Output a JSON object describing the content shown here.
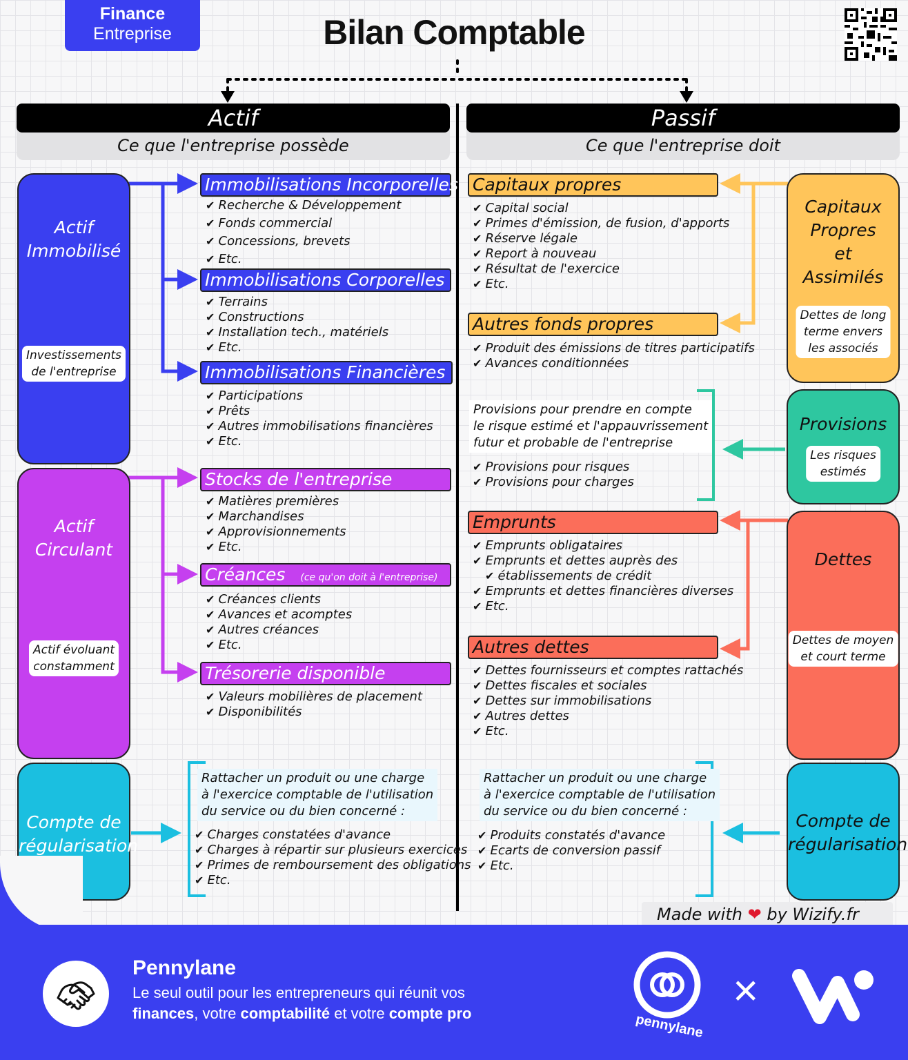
{
  "header": {
    "tag_line1": "Finance",
    "tag_line2": "Entreprise",
    "title": "Bilan Comptable"
  },
  "actif": {
    "title": "Actif",
    "subtitle": "Ce que l'entreprise possède",
    "immobilise": {
      "label_line1": "Actif",
      "label_line2": "Immobilisé",
      "pill_line1": "Investissements",
      "pill_line2": "de l'entreprise",
      "sections": [
        {
          "title": "Immobilisations Incorporelles",
          "items": [
            "Recherche & Développement",
            "Fonds commercial",
            "Concessions, brevets",
            "Etc."
          ]
        },
        {
          "title": "Immobilisations Corporelles",
          "items": [
            "Terrains",
            "Constructions",
            "Installation tech., matériels",
            "Etc."
          ]
        },
        {
          "title": "Immobilisations Financières",
          "items": [
            "Participations",
            "Prêts",
            "Autres immobilisations financières",
            "Etc."
          ]
        }
      ]
    },
    "circulant": {
      "label_line1": "Actif",
      "label_line2": "Circulant",
      "pill_line1": "Actif évoluant",
      "pill_line2": "constamment",
      "sections": [
        {
          "title": "Stocks de l'entreprise",
          "subtitle": "",
          "items": [
            "Matières premières",
            "Marchandises",
            "Approvisionnements",
            "Etc."
          ]
        },
        {
          "title": "Créances",
          "subtitle": "(ce qu'on doit à l'entreprise)",
          "items": [
            "Créances clients",
            "Avances et acomptes",
            "Autres créances",
            "Etc."
          ]
        },
        {
          "title": "Trésorerie disponible",
          "subtitle": "",
          "items": [
            "Valeurs mobilières de placement",
            "Disponibilités"
          ]
        }
      ]
    },
    "regularisation": {
      "label_line1": "Compte de",
      "label_line2": "régularisation",
      "note": [
        "Rattacher un produit ou une charge",
        "à l'exercice comptable de l'utilisation",
        "du service ou du bien concerné :"
      ],
      "items": [
        "Charges constatées d'avance",
        "Charges à répartir sur plusieurs exercices",
        "Primes de remboursement des obligations",
        "Etc."
      ]
    }
  },
  "passif": {
    "title": "Passif",
    "subtitle": "Ce que l'entreprise doit",
    "capitaux": {
      "label_lines": [
        "Capitaux",
        "Propres",
        "et",
        "Assimilés"
      ],
      "pill_lines": [
        "Dettes de long",
        "terme envers",
        "les associés"
      ],
      "sections": [
        {
          "title": "Capitaux propres",
          "items": [
            "Capital social",
            "Primes d'émission, de fusion, d'apports",
            "Réserve légale",
            "Report à nouveau",
            "Résultat de l'exercice",
            "Etc."
          ]
        },
        {
          "title": "Autres fonds propres",
          "items": [
            "Produit des émissions de titres participatifs",
            "Avances conditionnées"
          ]
        }
      ]
    },
    "provisions": {
      "label": "Provisions",
      "pill_lines": [
        "Les risques",
        "estimés"
      ],
      "note": [
        "Provisions pour prendre en compte",
        "le risque estimé et l'appauvrissement",
        "futur et probable de l'entreprise"
      ],
      "items": [
        "Provisions pour risques",
        "Provisions pour charges"
      ]
    },
    "dettes": {
      "label": "Dettes",
      "pill_lines": [
        "Dettes de moyen",
        "et court terme"
      ],
      "sections": [
        {
          "title": "Emprunts",
          "items": [
            "Emprunts obligataires",
            "Emprunts et dettes auprès des",
            "établissements de crédit",
            "Emprunts et dettes financières diverses",
            "Etc."
          ]
        },
        {
          "title": "Autres dettes",
          "items": [
            "Dettes fournisseurs et comptes rattachés",
            "Dettes fiscales et sociales",
            "Dettes sur immobilisations",
            "Autres dettes",
            "Etc."
          ]
        }
      ]
    },
    "regularisation": {
      "label_line1": "Compte de",
      "label_line2": "régularisation",
      "note": [
        "Rattacher un produit ou une charge",
        "à l'exercice comptable de l'utilisation",
        "du service ou du bien concerné :"
      ],
      "items": [
        "Produits constatés d'avance",
        "Ecarts de conversion passif",
        "Etc."
      ]
    }
  },
  "made_with": {
    "prefix": "Made with",
    "suffix": "by Wizify.fr"
  },
  "footer": {
    "brand": "Pennylane",
    "line1": "Le seul outil pour les entrepreneurs qui réunit vos",
    "line2_b1": "finances",
    "line2_t1": ", votre ",
    "line2_b2": "comptabilité",
    "line2_t2": " et votre ",
    "line2_b3": "compte pro",
    "logo_text": "pennylane",
    "times": "×"
  },
  "colors": {
    "blue": "#3a3ff0",
    "purple": "#c540ef",
    "orange": "#ffc55a",
    "red": "#fb6e5a",
    "teal": "#2ec7a0",
    "cyan": "#1bbfe0"
  }
}
